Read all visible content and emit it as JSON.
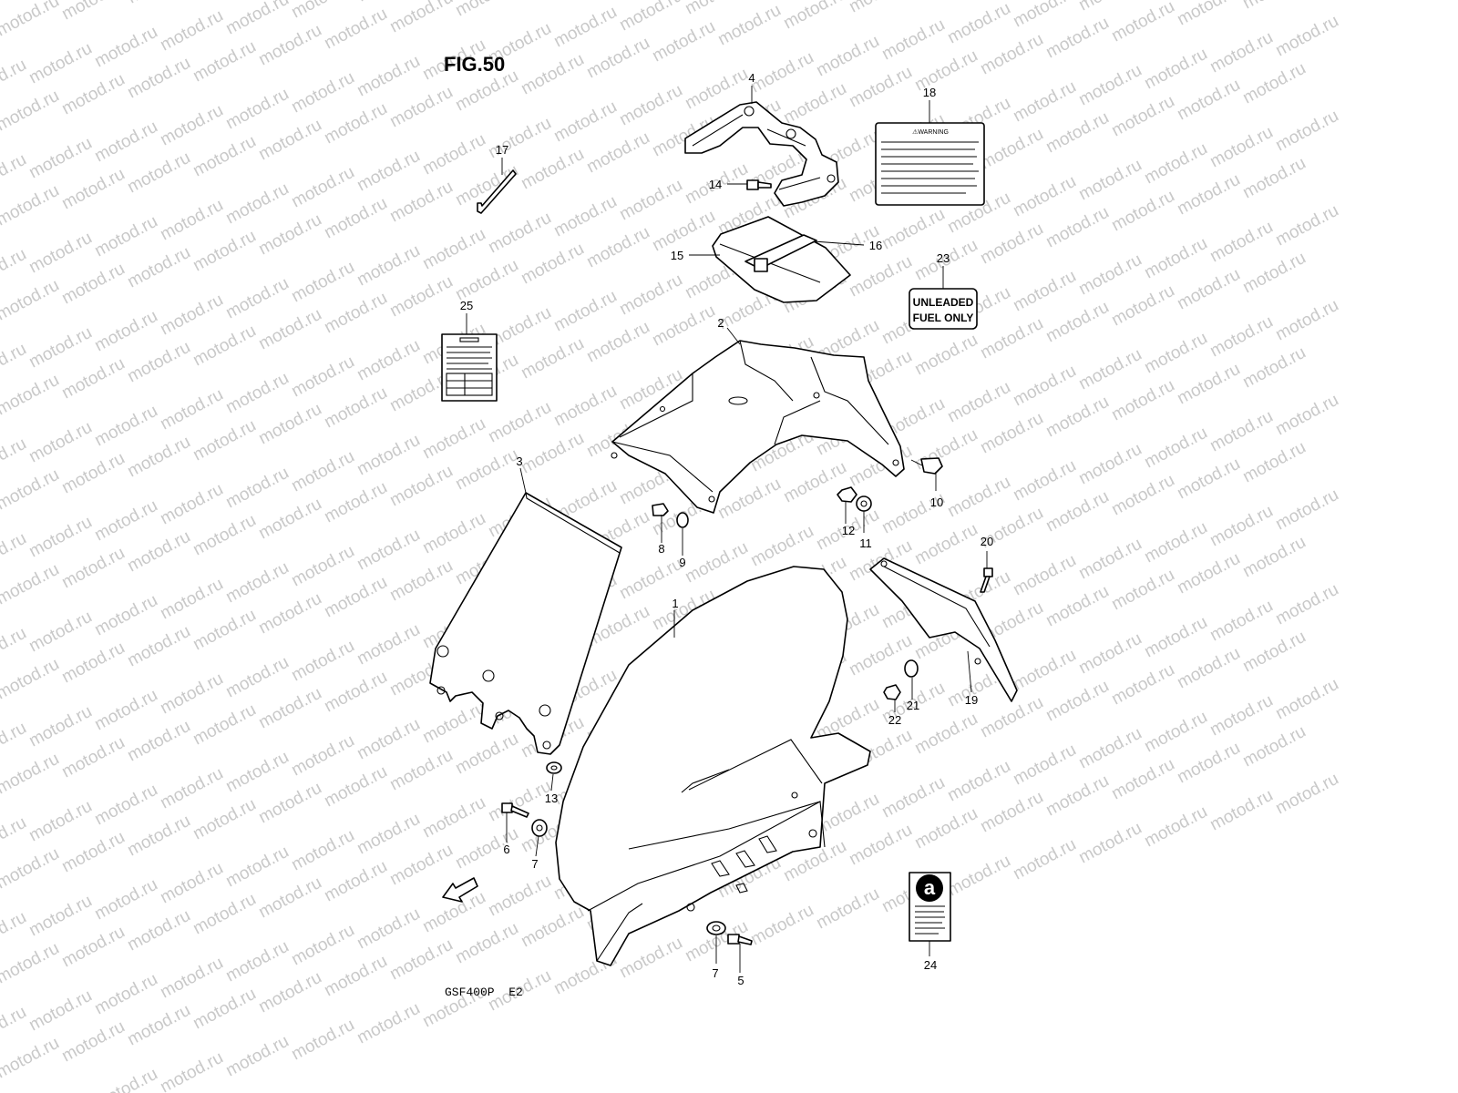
{
  "figure_title": "FIG.50",
  "model_code": "GSF400P  E2",
  "watermark_text": "motod.ru",
  "fwd_label": "FWD",
  "warning_label": {
    "title": "⚠WARNING"
  },
  "fuel_label": {
    "line1": "UNLEADED",
    "line2": "FUEL ONLY"
  },
  "tag_letter": "a",
  "callouts": {
    "c1": "1",
    "c2": "2",
    "c3": "3",
    "c4": "4",
    "c5": "5",
    "c6": "6",
    "c7a": "7",
    "c7b": "7",
    "c8": "8",
    "c9": "9",
    "c10": "10",
    "c11": "11",
    "c12": "12",
    "c13": "13",
    "c14": "14",
    "c15": "15",
    "c16": "16",
    "c17": "17",
    "c18": "18",
    "c19": "19",
    "c20": "20",
    "c21": "21",
    "c22": "22",
    "c23": "23",
    "c24": "24",
    "c25": "25"
  }
}
